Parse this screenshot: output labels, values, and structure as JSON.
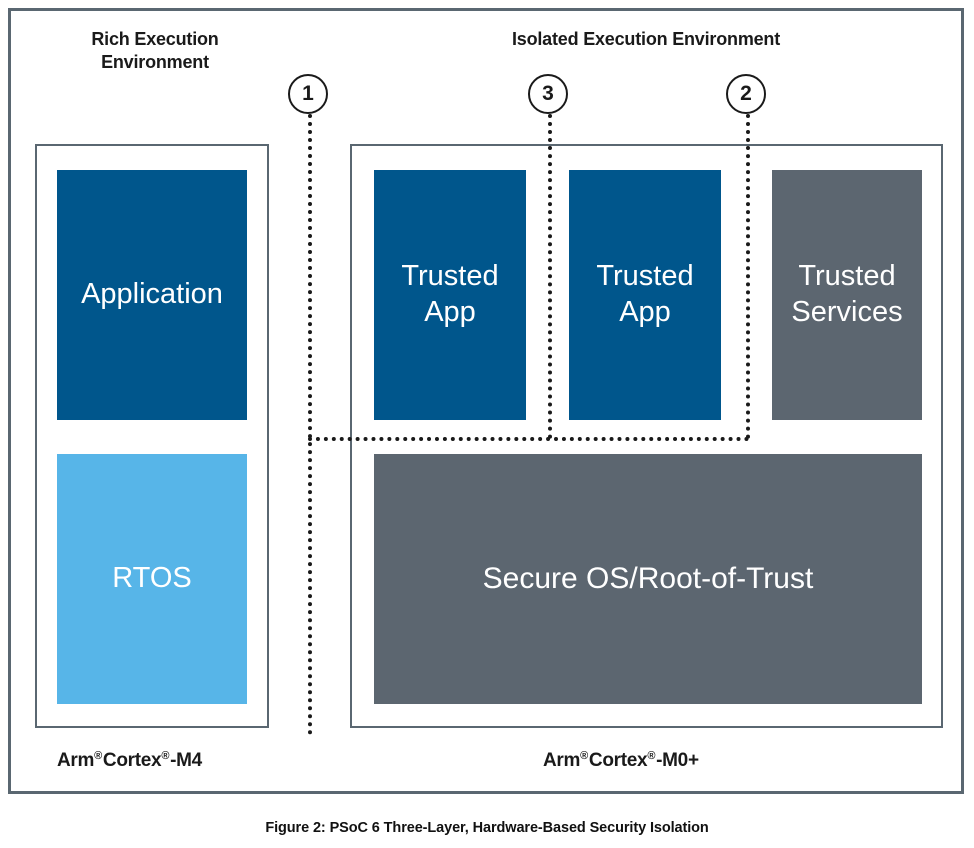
{
  "figure": {
    "caption": "Figure 2: PSoC 6 Three-Layer, Hardware-Based Security Isolation"
  },
  "headings": {
    "rich_execution_environment": "Rich Execution\nEnvironment",
    "isolated_execution_environment": "Isolated Execution Environment"
  },
  "callouts": [
    {
      "id": "callout-1",
      "label": "1"
    },
    {
      "id": "callout-3",
      "label": "3"
    },
    {
      "id": "callout-2",
      "label": "2"
    }
  ],
  "rich_execution_environment": {
    "blocks": [
      {
        "name": "application",
        "label": "Application",
        "color": "#00568c"
      },
      {
        "name": "rtos",
        "label": "RTOS",
        "color": "#57b5e8"
      }
    ],
    "cpu_label": "Arm",
    "cpu_label_part2": "Cortex",
    "cpu_label_suffix": "-M4",
    "registered_mark": "®"
  },
  "isolated_execution_environment": {
    "blocks": [
      {
        "name": "trusted-app-1",
        "label": "Trusted\nApp",
        "color": "#00568c"
      },
      {
        "name": "trusted-app-2",
        "label": "Trusted\nApp",
        "color": "#00568c"
      },
      {
        "name": "trusted-services",
        "label": "Trusted\nServices",
        "color": "#5c6670"
      },
      {
        "name": "secure-os",
        "label": "Secure OS/Root-of-Trust",
        "color": "#5c6670"
      }
    ],
    "cpu_label": "Arm",
    "cpu_label_part2": "Cortex",
    "cpu_label_suffix": "-M0+",
    "registered_mark": "®"
  },
  "colors": {
    "frame_border": "#5a6771",
    "dark_blue": "#00568c",
    "light_blue": "#57b5e8",
    "gray": "#5c6670",
    "callout_line": "#1a1a1a",
    "text_dark": "#1a1a1a",
    "background": "#ffffff"
  }
}
